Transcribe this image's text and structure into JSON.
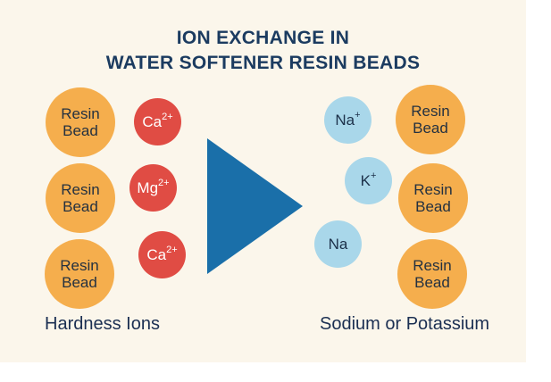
{
  "title": {
    "line1": "ION EXCHANGE IN",
    "line2": "WATER SOFTENER RESIN BEADS"
  },
  "left_group": {
    "label": "Hardness Ions",
    "beads": [
      {
        "line1": "Resin",
        "line2": "Bead"
      },
      {
        "line1": "Resin",
        "line2": "Bead"
      },
      {
        "line1": "Resin",
        "line2": "Bead"
      }
    ],
    "ions": [
      {
        "base": "Ca",
        "sup": "2+"
      },
      {
        "base": "Mg",
        "sup": "2+"
      },
      {
        "base": "Ca",
        "sup": "2+"
      }
    ]
  },
  "right_group": {
    "label": "Sodium or Potassium",
    "ions": [
      {
        "base": "Na",
        "sup": "+"
      },
      {
        "base": "K",
        "sup": "+"
      },
      {
        "base": "Na",
        "sup": ""
      }
    ],
    "beads": [
      {
        "line1": "Resin",
        "line2": "Bead"
      },
      {
        "line1": "Resin",
        "line2": "Bead"
      },
      {
        "line1": "Resin",
        "line2": "Bead"
      }
    ]
  },
  "arrow": {
    "direction": "right"
  },
  "colors": {
    "background": "#fbf6eb",
    "resin_bead": "#f5ae4d",
    "hardness_ion": "#e04c44",
    "soft_ion": "#a9d7ea",
    "arrow": "#1a6fa9",
    "title_text": "#1b3b60",
    "dark_text": "#243140"
  }
}
